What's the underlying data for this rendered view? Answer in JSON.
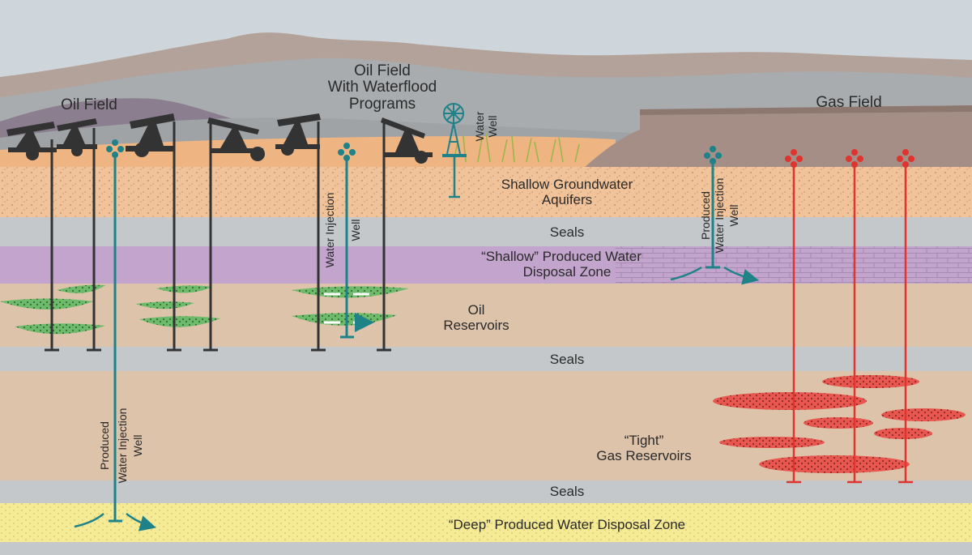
{
  "labels": {
    "oil_field": "Oil Field",
    "waterflood_line1": "Oil Field",
    "waterflood_line2": "With Waterflood",
    "waterflood_line3": "Programs",
    "water_well_line1": "Water",
    "water_well_line2": "Well",
    "gas_field": "Gas Field",
    "shallow_aquifers_line1": "Shallow Groundwater",
    "shallow_aquifers_line2": "Aquifers",
    "seals_1": "Seals",
    "shallow_disposal_line1": "“Shallow” Produced Water",
    "shallow_disposal_line2": "Disposal Zone",
    "oil_reservoirs_line1": "Oil",
    "oil_reservoirs_line2": "Reservoirs",
    "seals_2": "Seals",
    "tight_gas_line1": "“Tight”",
    "tight_gas_line2": "Gas Reservoirs",
    "seals_3": "Seals",
    "deep_disposal": "“Deep” Produced Water Disposal Zone",
    "water_injection_well_line1": "Water Injection",
    "water_injection_well_line2": "Well",
    "produced_injection_upper_line1": "Produced",
    "produced_injection_upper_line2": "Water Injection",
    "produced_injection_upper_line3": "Well",
    "produced_injection_deep_line1": "Produced",
    "produced_injection_deep_line2": "Water Injection",
    "produced_injection_deep_line3": "Well"
  },
  "colors": {
    "sky": "#cfd6db",
    "aquifer": "#f0c39a",
    "seal": "#c4c8cb",
    "shallow_disposal": "#c2a4cc",
    "reservoir_rock": "#ddc3aa",
    "oil_lens": "#6cbb6a",
    "gas_lens": "#e8574f",
    "deep_disposal": "#f5ea95",
    "injection_well": "#1f8289",
    "gas_well": "#e0342e",
    "oil_well": "#333333",
    "mesa": "#a58e86"
  }
}
